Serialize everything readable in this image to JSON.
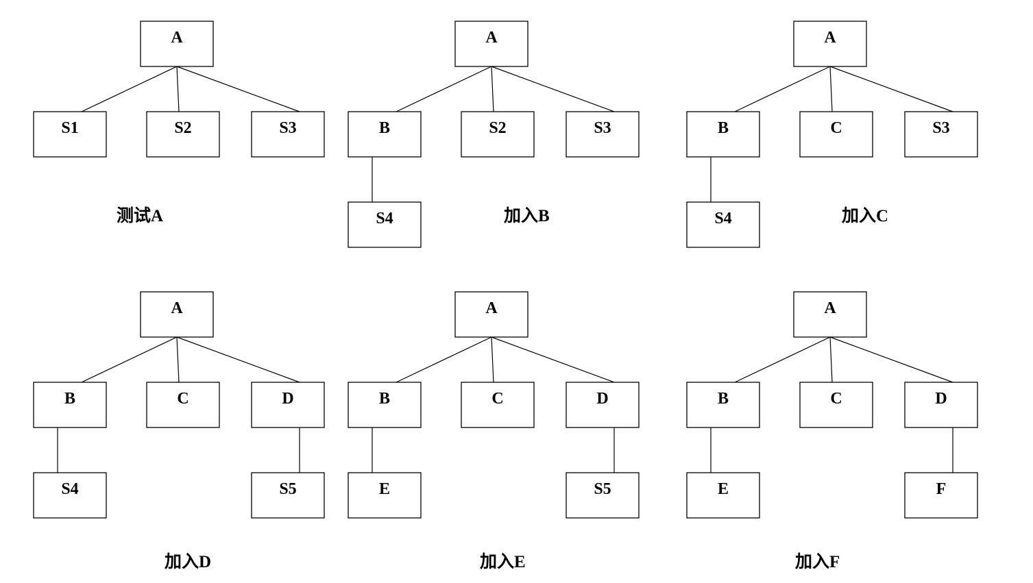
{
  "diagrams": [
    {
      "caption": "测试A",
      "root": "A",
      "children": [
        {
          "label": "S1",
          "child": null
        },
        {
          "label": "S2",
          "child": null
        },
        {
          "label": "S3",
          "child": null
        }
      ]
    },
    {
      "caption": "加入B",
      "root": "A",
      "children": [
        {
          "label": "B",
          "child": "S4"
        },
        {
          "label": "S2",
          "child": null
        },
        {
          "label": "S3",
          "child": null
        }
      ]
    },
    {
      "caption": "加入C",
      "root": "A",
      "children": [
        {
          "label": "B",
          "child": "S4"
        },
        {
          "label": "C",
          "child": null
        },
        {
          "label": "S3",
          "child": null
        }
      ]
    },
    {
      "caption": "加入D",
      "root": "A",
      "children": [
        {
          "label": "B",
          "child": "S4"
        },
        {
          "label": "C",
          "child": null
        },
        {
          "label": "D",
          "child": "S5"
        }
      ]
    },
    {
      "caption": "加入E",
      "root": "A",
      "children": [
        {
          "label": "B",
          "child": "E"
        },
        {
          "label": "C",
          "child": null
        },
        {
          "label": "D",
          "child": "S5"
        }
      ]
    },
    {
      "caption": "加入F",
      "root": "A",
      "children": [
        {
          "label": "B",
          "child": "E"
        },
        {
          "label": "C",
          "child": null
        },
        {
          "label": "D",
          "child": "F"
        }
      ]
    }
  ]
}
